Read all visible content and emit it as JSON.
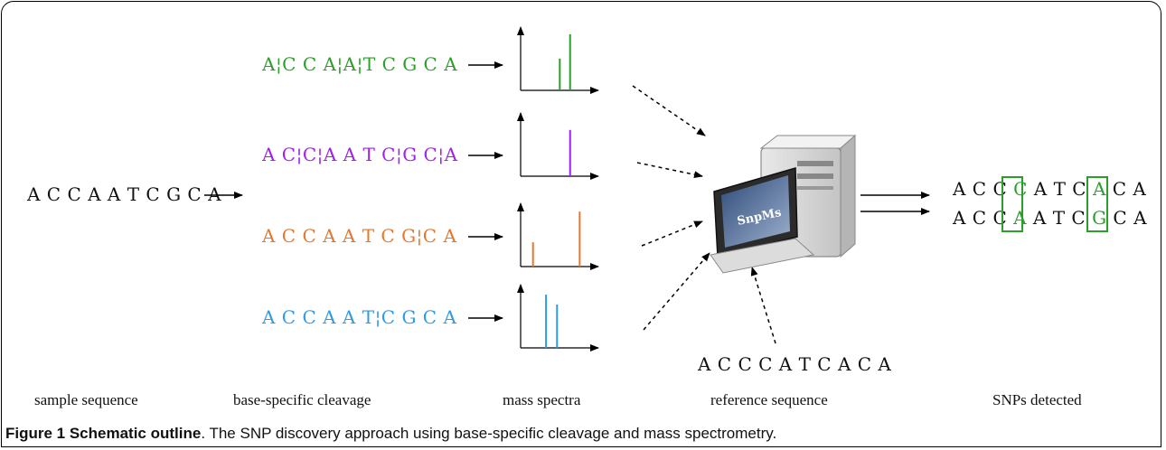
{
  "sample_sequence": "A C C A A T C G C A",
  "cleavages": [
    {
      "name": "green",
      "color": "#2aa02a",
      "text": "A¦C C A¦A¦T C G C A"
    },
    {
      "name": "purple",
      "color": "#a020f0",
      "text": "A C¦C¦A A T C¦G C¦A"
    },
    {
      "name": "orange",
      "color": "#e6772e",
      "text": "A C C A A T C G¦C A"
    },
    {
      "name": "blue",
      "color": "#2e9be6",
      "text": "A C C A A T¦C G C A"
    }
  ],
  "spectra_peaks": [
    [
      {
        "pos": 0.57,
        "height": 0.55
      },
      {
        "pos": 0.72,
        "height": 0.97
      }
    ],
    [
      {
        "pos": 0.72,
        "height": 0.8
      }
    ],
    [
      {
        "pos": 0.18,
        "height": 0.42
      },
      {
        "pos": 0.86,
        "height": 0.95
      }
    ],
    [
      {
        "pos": 0.37,
        "height": 0.92
      },
      {
        "pos": 0.53,
        "height": 0.75
      }
    ]
  ],
  "computer_logo": "SnpMs",
  "reference_sequence": "A C C C A T C A C A",
  "snps_detected": {
    "lines": [
      [
        "A C C ",
        "C",
        " A T C ",
        "A",
        " C A"
      ],
      [
        "A C C ",
        "A",
        " A T C ",
        "G",
        " C A"
      ]
    ],
    "highlight_color": "#2aa02a"
  },
  "labels": {
    "sample": "sample sequence",
    "cleavage": "base-specific cleavage",
    "spectra": "mass spectra",
    "reference": "reference sequence",
    "snps": "SNPs detected"
  },
  "caption": {
    "bold": "Figure 1 Schematic outline",
    "text": ". The SNP discovery approach using base-specific cleavage and mass spectrometry."
  }
}
